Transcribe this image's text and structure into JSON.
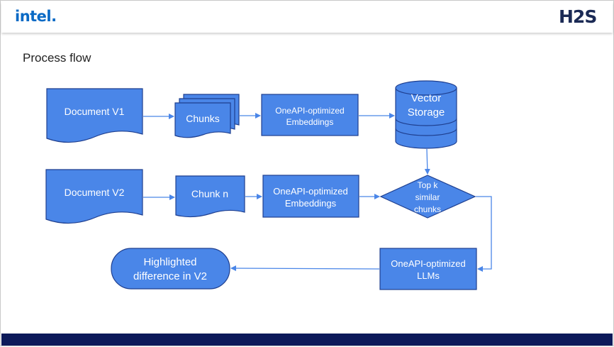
{
  "header": {
    "intel_logo": "intel.",
    "h2s_logo": "H2S"
  },
  "title": "Process flow",
  "nodes": {
    "doc_v1": "Document V1",
    "chunks": "Chunks",
    "emb1": [
      "OneAPI-optimized",
      "Embeddings"
    ],
    "vector_storage": [
      "Vector",
      "Storage"
    ],
    "doc_v2": "Document V2",
    "chunk_n": "Chunk n",
    "emb2": [
      "OneAPI-optimized",
      "Embeddings"
    ],
    "top_k": [
      "Top k",
      "similar",
      "chunks"
    ],
    "llms": [
      "OneAPI-optimized",
      "LLMs"
    ],
    "result": [
      "Highlighted",
      "difference in V2"
    ]
  },
  "colors": {
    "shape_fill": "#4a86e8",
    "shape_stroke": "#1f3f8f",
    "arrow": "#4a86e8",
    "footer": "#0d1a5a"
  }
}
